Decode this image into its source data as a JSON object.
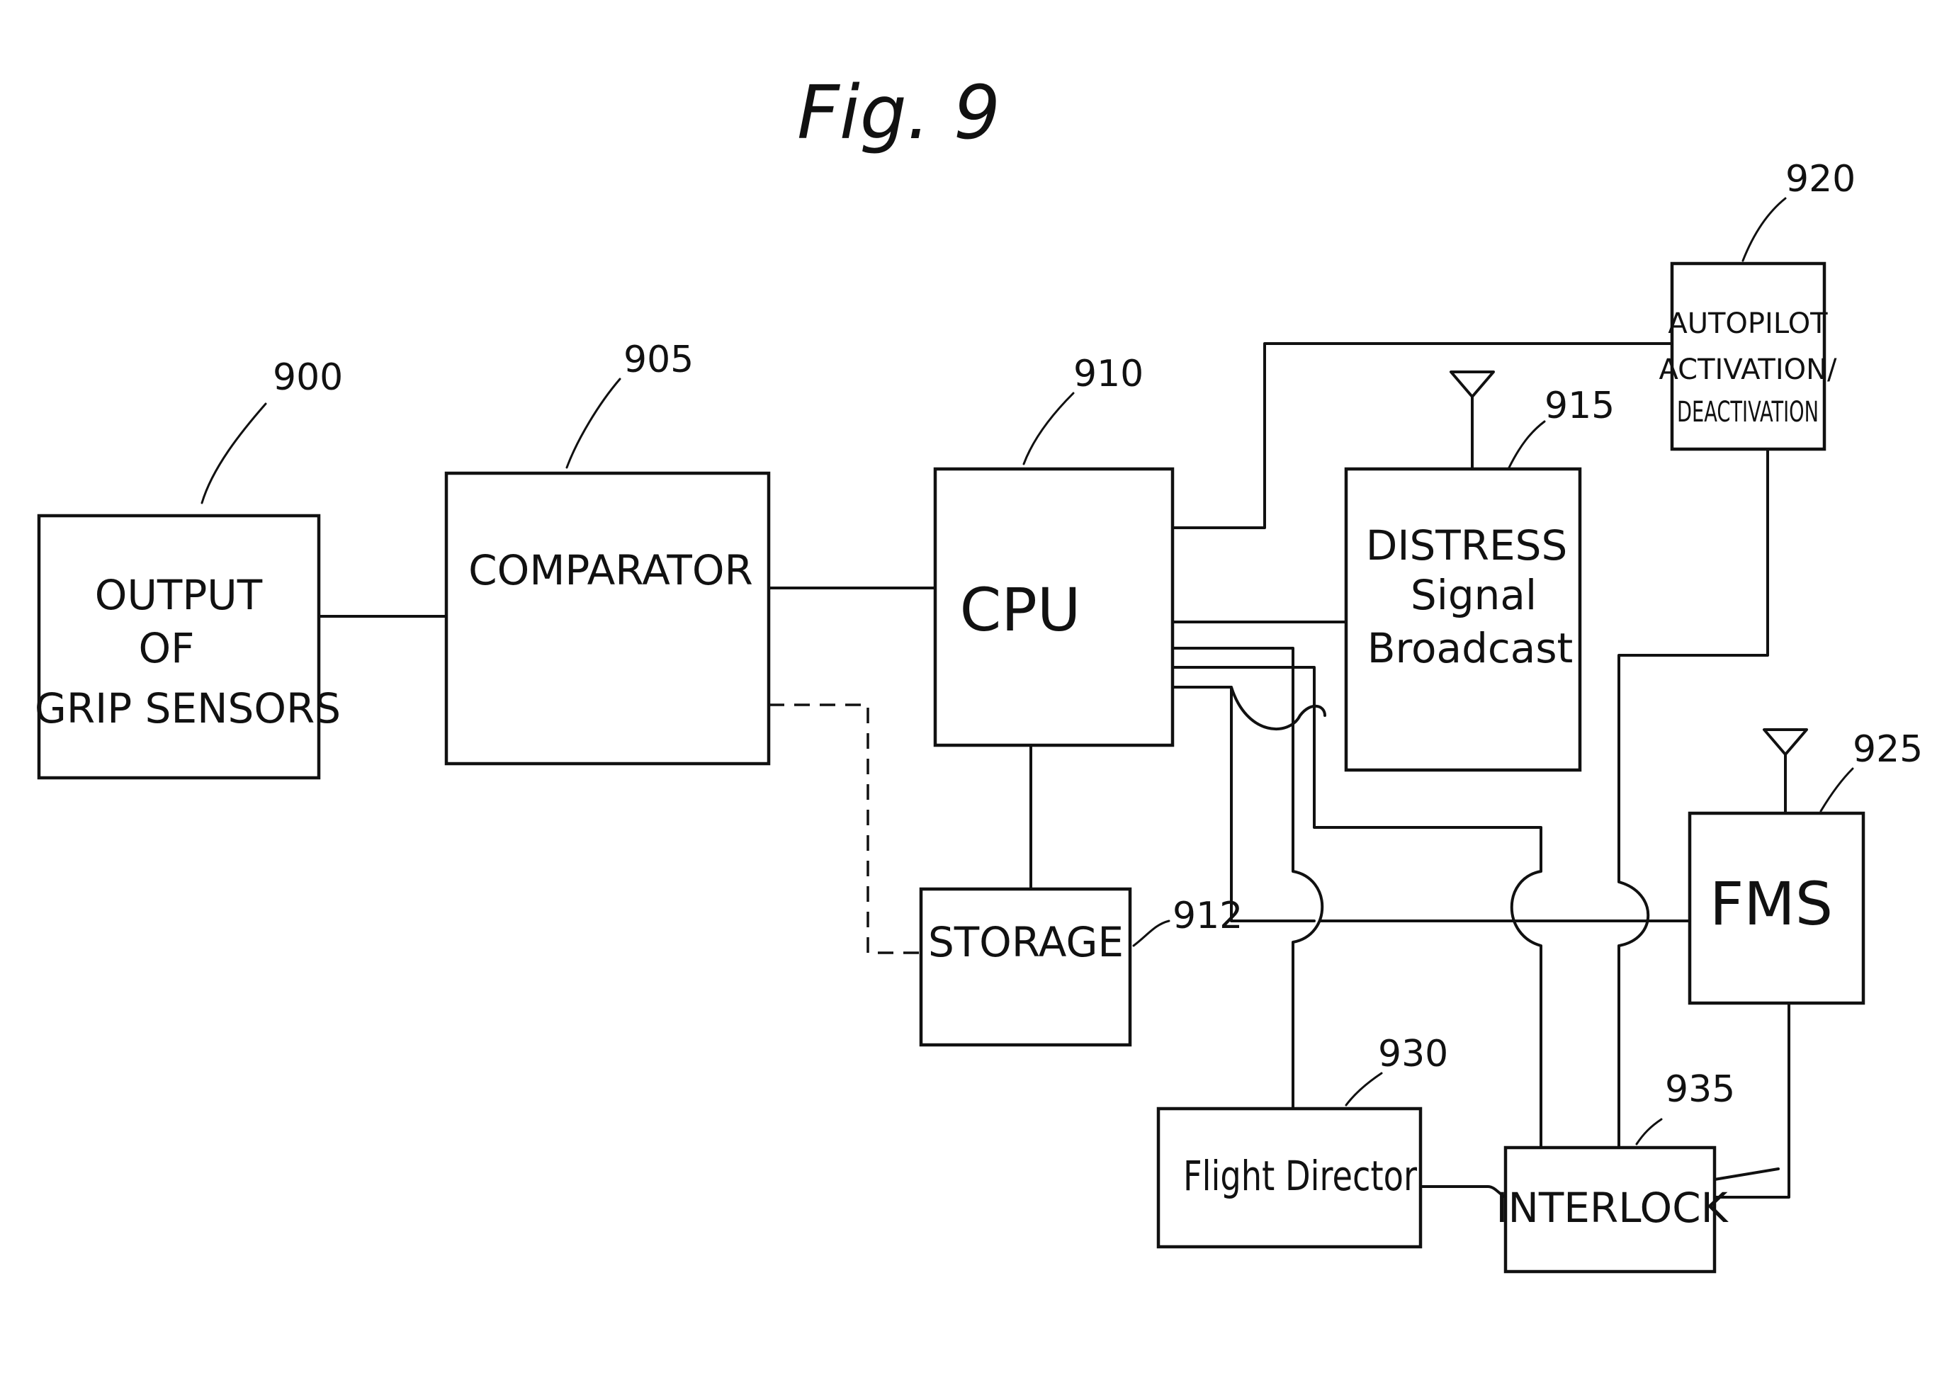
{
  "figure": {
    "title": "Fig. 9"
  },
  "blocks": {
    "grip_sensors": {
      "ref": "900",
      "lines": [
        "OUTPUT",
        "OF",
        "GRIP SENSORS"
      ]
    },
    "comparator": {
      "ref": "905",
      "lines": [
        "COMPARATOR"
      ]
    },
    "cpu": {
      "ref": "910",
      "lines": [
        "CPU"
      ]
    },
    "storage": {
      "ref": "912",
      "lines": [
        "STORAGE"
      ]
    },
    "distress": {
      "ref": "915",
      "lines": [
        "DISTRESS",
        "Signal",
        "Broadcast"
      ]
    },
    "autopilot": {
      "ref": "920",
      "lines": [
        "AUTOPILOT",
        "ACTIVATION/",
        "DEACTIVATION"
      ]
    },
    "fms": {
      "ref": "925",
      "lines": [
        "FMS"
      ]
    },
    "flight_director": {
      "ref": "930",
      "lines": [
        "Flight Director"
      ]
    },
    "interlock": {
      "ref": "935",
      "lines": [
        "INTERLOCK"
      ]
    }
  }
}
